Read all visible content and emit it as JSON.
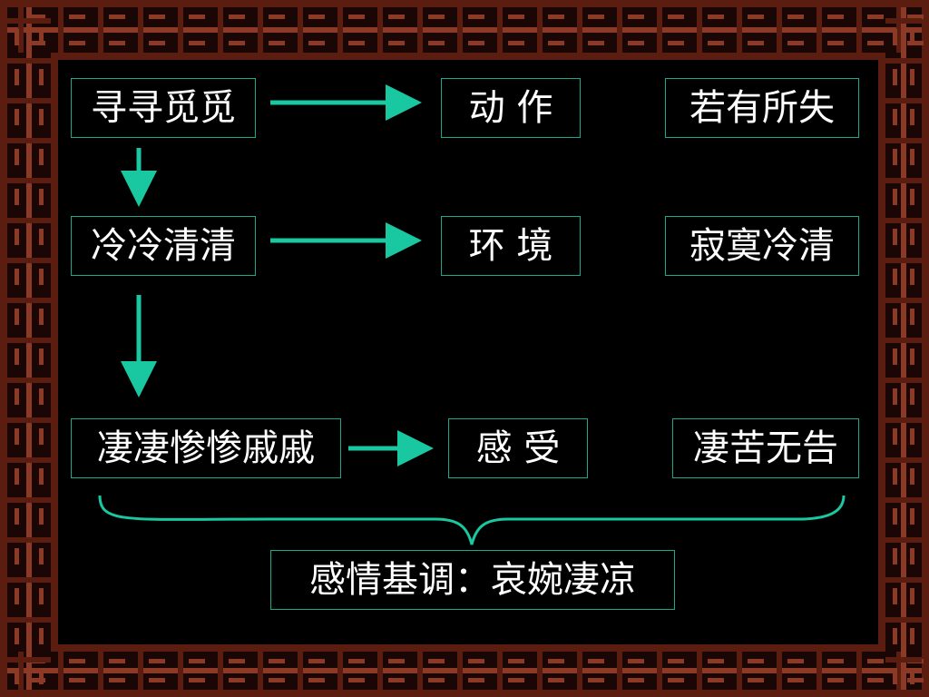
{
  "colors": {
    "frame_wood": "#5a1d10",
    "frame_highlight": "#8c3a26",
    "panel_bg": "#000000",
    "accent": "#19c7a0",
    "text": "#ffffff"
  },
  "rows": [
    {
      "term": "寻寻觅觅",
      "category": "动 作",
      "meaning": "若有所失"
    },
    {
      "term": "冷冷清清",
      "category": "环 境",
      "meaning": "寂寞冷清"
    },
    {
      "term": "凄凄惨惨戚戚",
      "category": "感 受",
      "meaning": "凄苦无告"
    }
  ],
  "summary": "感情基调：哀婉凄凉"
}
